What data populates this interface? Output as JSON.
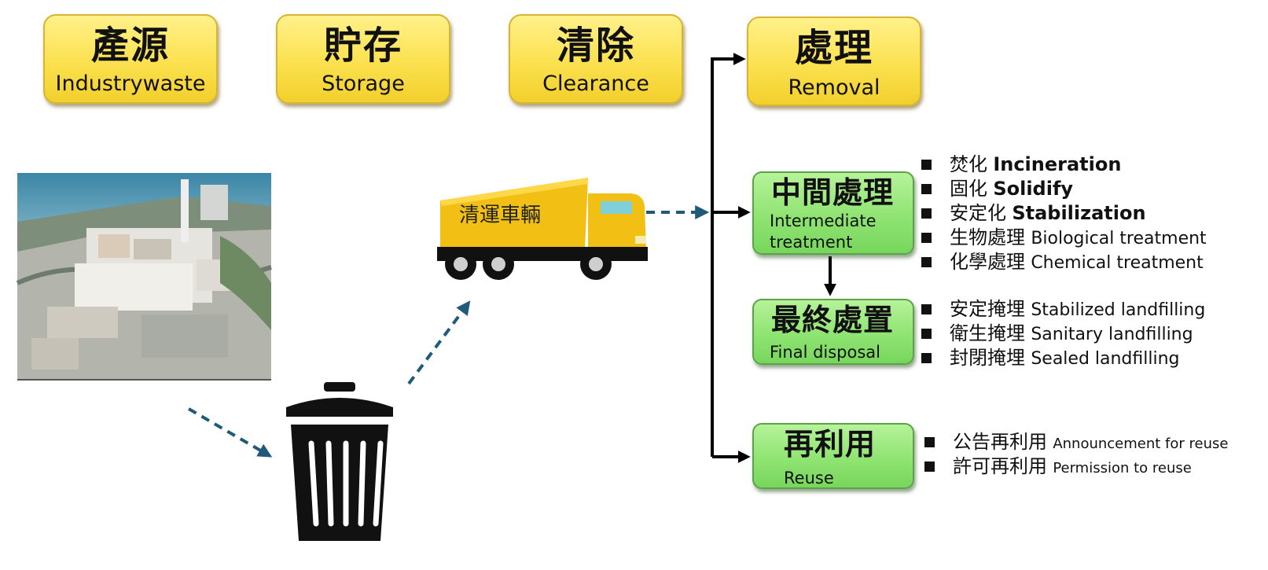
{
  "stages": [
    {
      "zh": "產源",
      "en": "Industrywaste"
    },
    {
      "zh": "貯存",
      "en": "Storage"
    },
    {
      "zh": "清除",
      "en": "Clearance"
    },
    {
      "zh": "處理",
      "en": "Removal"
    }
  ],
  "truck_label": "清運車輛",
  "intermediate": {
    "zh": "中間處理",
    "en_line1": "Intermediate",
    "en_line2": "treatment",
    "items": [
      {
        "zh": "焚化",
        "en": "Incineration"
      },
      {
        "zh": "固化",
        "en": "Solidify"
      },
      {
        "zh": "安定化",
        "en": "Stabilization"
      },
      {
        "zh": "生物處理",
        "en": "Biological treatment"
      },
      {
        "zh": "化學處理",
        "en": "Chemical treatment"
      }
    ]
  },
  "final_disposal": {
    "zh": "最終處置",
    "en": "Final disposal",
    "items": [
      {
        "zh": "安定掩埋",
        "en": "Stabilized landfilling"
      },
      {
        "zh": "衛生掩埋",
        "en": "Sanitary landfilling"
      },
      {
        "zh": "封閉掩埋",
        "en": "Sealed landfilling"
      }
    ]
  },
  "reuse": {
    "zh": "再利用",
    "en": "Reuse",
    "items": [
      {
        "zh": "公告再利用",
        "en": "Announcement for reuse"
      },
      {
        "zh": "許可再利用",
        "en": "Permission to reuse"
      }
    ]
  },
  "colors": {
    "stage_fill": "#fbe14f",
    "treatment_fill": "#8fe472",
    "dashed_arrow": "#1f5a7a",
    "solid_arrow": "#000000",
    "truck_body": "#f2c014"
  },
  "icons": [
    "factory-photo",
    "dump-truck-icon",
    "trash-can-icon"
  ]
}
